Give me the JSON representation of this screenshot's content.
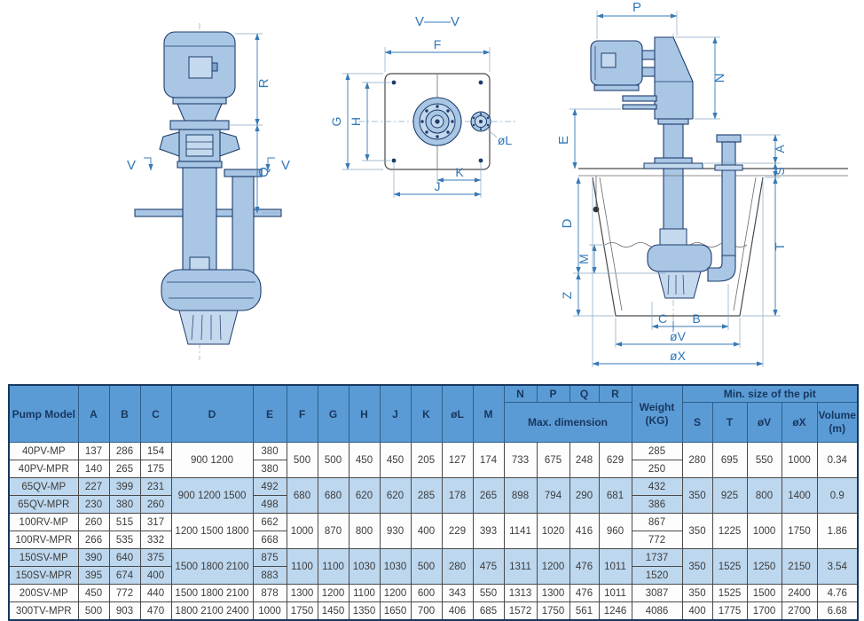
{
  "diagram": {
    "section_title": "V——V",
    "labels": {
      "v_left": "V",
      "v_right": "V",
      "r": "R",
      "q": "Q",
      "f": "F",
      "g": "G",
      "h": "H",
      "k": "K",
      "j": "J",
      "ol": "øL",
      "p": "P",
      "n": "N",
      "e": "E",
      "a": "A",
      "s": "S",
      "t": "T",
      "d": "D",
      "m": "M",
      "z": "Z",
      "c": "C",
      "b": "B",
      "ov": "øV",
      "ox": "øX"
    }
  },
  "table": {
    "header": {
      "pump_model": "Pump Model",
      "a": "A",
      "b": "B",
      "c": "C",
      "d": "D",
      "e": "E",
      "f": "F",
      "g": "G",
      "h": "H",
      "j": "J",
      "k": "K",
      "ol": "øL",
      "m": "M",
      "n": "N",
      "p": "P",
      "q": "Q",
      "r": "R",
      "max_dimension": "Max. dimension",
      "weight_1": "Weight",
      "weight_2": "(KG)",
      "min_pit": "Min. size of the pit",
      "s": "S",
      "t": "T",
      "ov": "øV",
      "ox": "øX",
      "volume_1": "Volume",
      "volume_2": "(m)"
    },
    "groups": [
      {
        "rows": [
          {
            "model": "40PV-MP",
            "a": "137",
            "b": "286",
            "c": "154",
            "e": "380",
            "w": "285"
          },
          {
            "model": "40PV-MPR",
            "a": "140",
            "b": "265",
            "c": "175",
            "e": "380",
            "w": "250"
          }
        ],
        "d": "900 1200",
        "f": "500",
        "g": "500",
        "h": "450",
        "j": "450",
        "k": "205",
        "ol": "127",
        "m": "174",
        "n": "733",
        "p": "675",
        "q": "248",
        "r": "629",
        "s": "280",
        "t": "695",
        "ov": "550",
        "ox": "1000",
        "vol": "0.34"
      },
      {
        "rows": [
          {
            "model": "65QV-MP",
            "a": "227",
            "b": "399",
            "c": "231",
            "e": "492",
            "w": "432"
          },
          {
            "model": "65QV-MPR",
            "a": "230",
            "b": "380",
            "c": "260",
            "e": "498",
            "w": "386"
          }
        ],
        "d": "900 1200 1500",
        "f": "680",
        "g": "680",
        "h": "620",
        "j": "620",
        "k": "285",
        "ol": "178",
        "m": "265",
        "n": "898",
        "p": "794",
        "q": "290",
        "r": "681",
        "s": "350",
        "t": "925",
        "ov": "800",
        "ox": "1400",
        "vol": "0.9"
      },
      {
        "rows": [
          {
            "model": "100RV-MP",
            "a": "260",
            "b": "515",
            "c": "317",
            "e": "662",
            "w": "867"
          },
          {
            "model": "100RV-MPR",
            "a": "266",
            "b": "535",
            "c": "332",
            "e": "668",
            "w": "772"
          }
        ],
        "d": "1200 1500 1800",
        "f": "1000",
        "g": "870",
        "h": "800",
        "j": "930",
        "k": "400",
        "ol": "229",
        "m": "393",
        "n": "1141",
        "p": "1020",
        "q": "416",
        "r": "960",
        "s": "350",
        "t": "1225",
        "ov": "1000",
        "ox": "1750",
        "vol": "1.86"
      },
      {
        "rows": [
          {
            "model": "150SV-MP",
            "a": "390",
            "b": "640",
            "c": "375",
            "e": "875",
            "w": "1737"
          },
          {
            "model": "150SV-MPR",
            "a": "395",
            "b": "674",
            "c": "400",
            "e": "883",
            "w": "1520"
          }
        ],
        "d": "1500 1800 2100",
        "f": "1100",
        "g": "1100",
        "h": "1030",
        "j": "1030",
        "k": "500",
        "ol": "280",
        "m": "475",
        "n": "1311",
        "p": "1200",
        "q": "476",
        "r": "1011",
        "s": "350",
        "t": "1525",
        "ov": "1250",
        "ox": "2150",
        "vol": "3.54"
      },
      {
        "rows": [
          {
            "model": "200SV-MP",
            "a": "450",
            "b": "772",
            "c": "440",
            "e": "878",
            "w": "3087"
          }
        ],
        "d": "1500 1800 2100",
        "f": "1300",
        "g": "1200",
        "h": "1100",
        "j": "1200",
        "k": "600",
        "ol": "343",
        "m": "550",
        "n": "1313",
        "p": "1300",
        "q": "476",
        "r": "1011",
        "s": "350",
        "t": "1525",
        "ov": "1500",
        "ox": "2400",
        "vol": "4.76"
      },
      {
        "rows": [
          {
            "model": "300TV-MPR",
            "a": "500",
            "b": "903",
            "c": "470",
            "e": "1000",
            "w": "4086"
          }
        ],
        "d": "1800 2100 2400",
        "f": "1750",
        "g": "1450",
        "h": "1350",
        "j": "1650",
        "k": "700",
        "ol": "406",
        "m": "685",
        "n": "1572",
        "p": "1750",
        "q": "561",
        "r": "1246",
        "s": "400",
        "t": "1775",
        "ov": "1700",
        "ox": "2700",
        "vol": "6.68"
      }
    ]
  }
}
